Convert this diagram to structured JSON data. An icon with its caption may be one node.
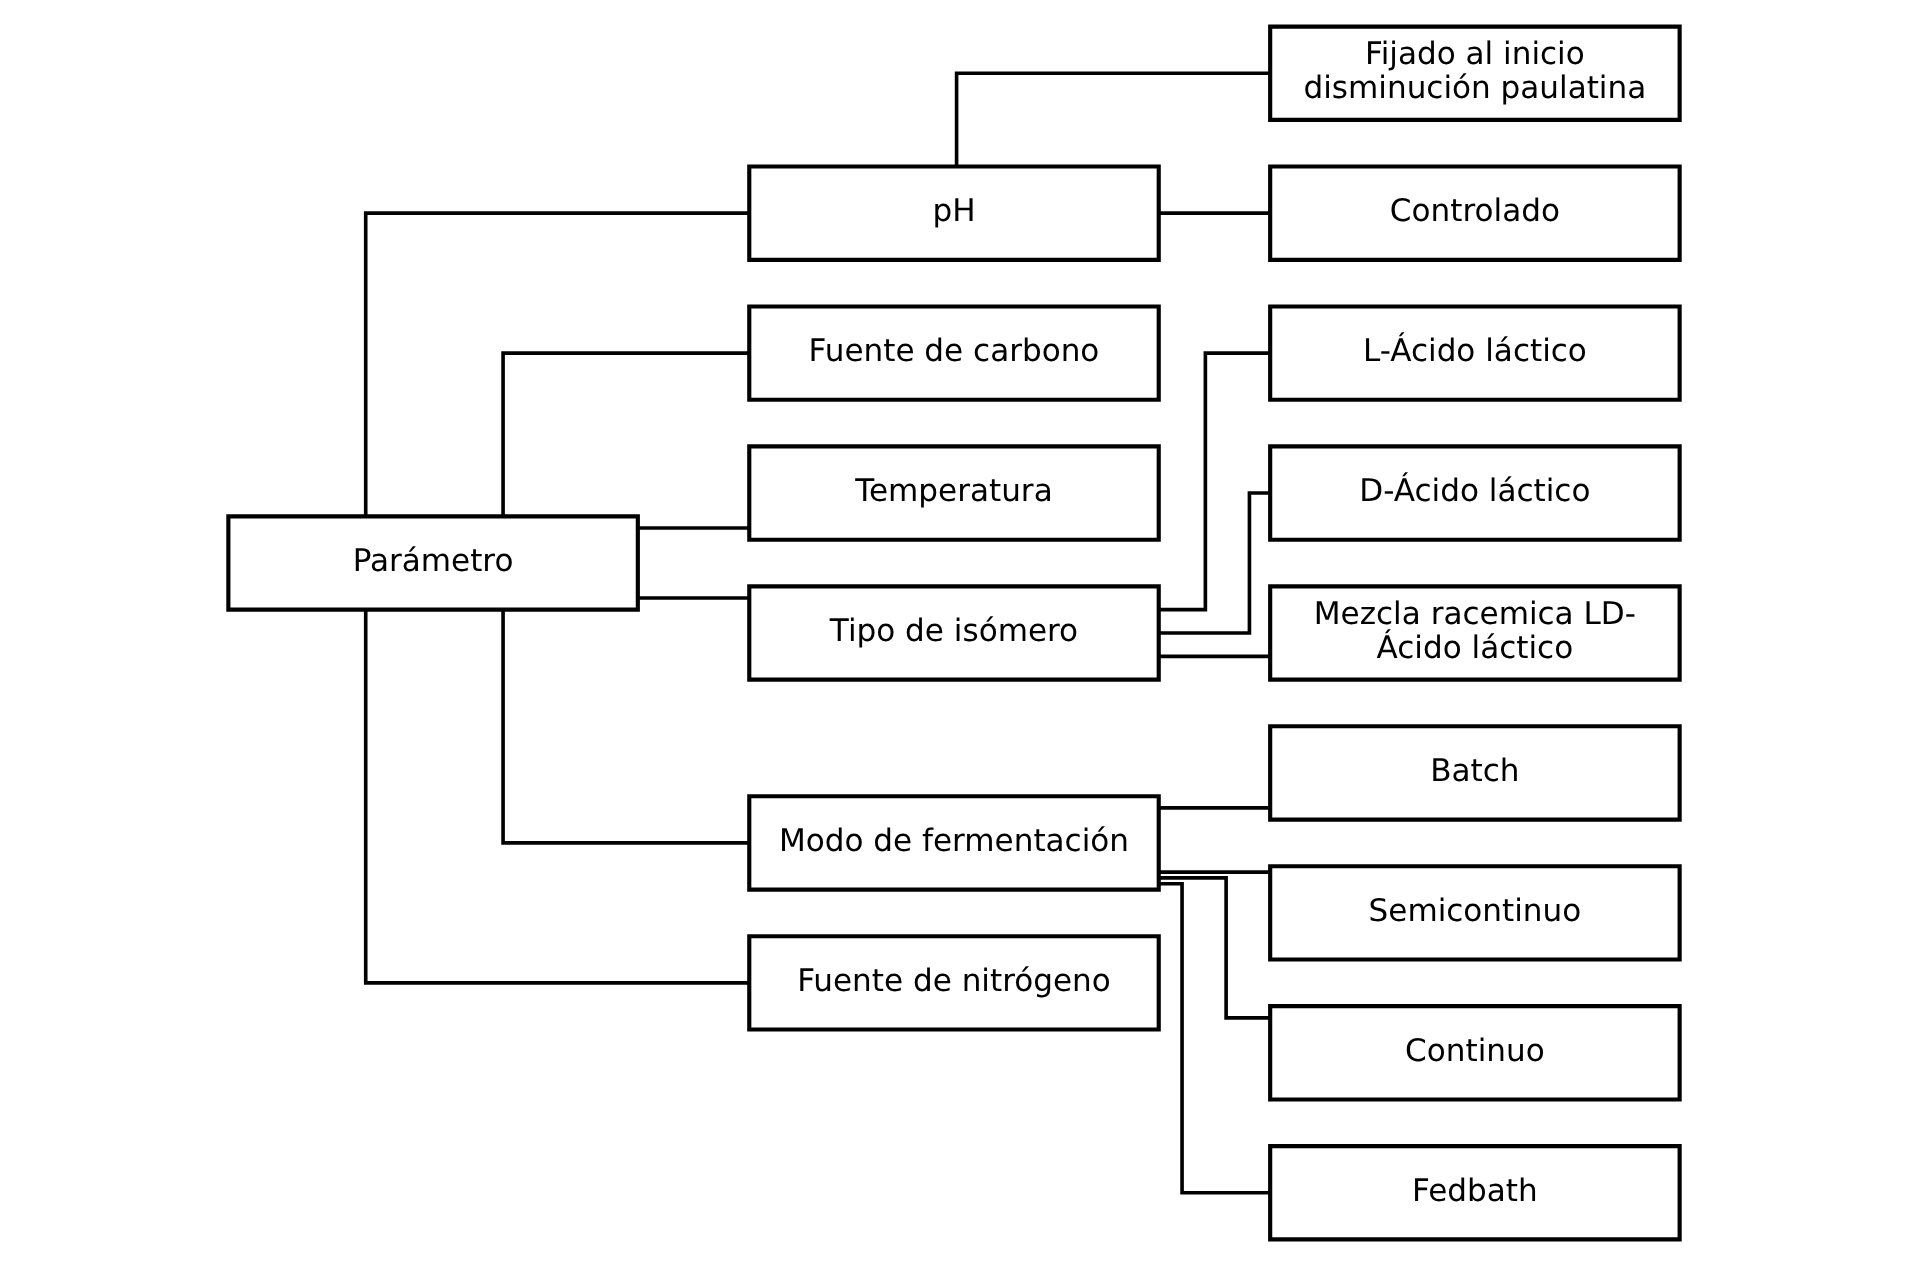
{
  "diagram": {
    "nodes": [
      {
        "text": [
          "Parámetro"
        ]
      },
      {
        "text": [
          "pH"
        ]
      },
      {
        "text": [
          "Fuente de carbono"
        ]
      },
      {
        "text": [
          "Temperatura"
        ]
      },
      {
        "text": [
          "Tipo de isómero"
        ]
      },
      {
        "text": [
          "Modo de fermentación"
        ]
      },
      {
        "text": [
          "Fuente de nitrógeno"
        ]
      },
      {
        "text": [
          "Fijado al inicio disminución paulatina"
        ]
      },
      {
        "text": [
          "Controlado"
        ]
      },
      {
        "text": [
          "L-Ácido láctico"
        ]
      },
      {
        "text": [
          "D-Ácido láctico"
        ]
      },
      {
        "text": [
          "Mezcla racemica LD- Ácido láctico"
        ]
      },
      {
        "text": [
          "Batch"
        ]
      },
      {
        "text": [
          "Semicontinuo"
        ]
      },
      {
        "text": [
          "Continuo"
        ]
      },
      {
        "text": [
          "Fedbath"
        ]
      }
    ],
    "edges": [
      {
        "from": 0,
        "to": 1,
        "arrow": "none"
      },
      {
        "from": 0,
        "to": 2,
        "arrow": "none"
      },
      {
        "from": 0,
        "to": 3,
        "arrow": "none"
      },
      {
        "from": 0,
        "to": 4,
        "arrow": "none"
      },
      {
        "from": 0,
        "to": 5,
        "arrow": "none"
      },
      {
        "from": 0,
        "to": 6,
        "arrow": "none"
      },
      {
        "from": 1,
        "to": 7,
        "arrow": "none"
      },
      {
        "from": 1,
        "to": 8,
        "arrow": "none"
      },
      {
        "from": 4,
        "to": 9,
        "arrow": "none"
      },
      {
        "from": 4,
        "to": 10,
        "arrow": "none"
      },
      {
        "from": 4,
        "to": 11,
        "arrow": "none"
      },
      {
        "from": 5,
        "to": 12,
        "arrow": "none"
      },
      {
        "from": 5,
        "to": 13,
        "arrow": "none"
      },
      {
        "from": 5,
        "to": 14,
        "arrow": "none"
      },
      {
        "from": 5,
        "to": 15,
        "arrow": "none"
      }
    ]
  }
}
